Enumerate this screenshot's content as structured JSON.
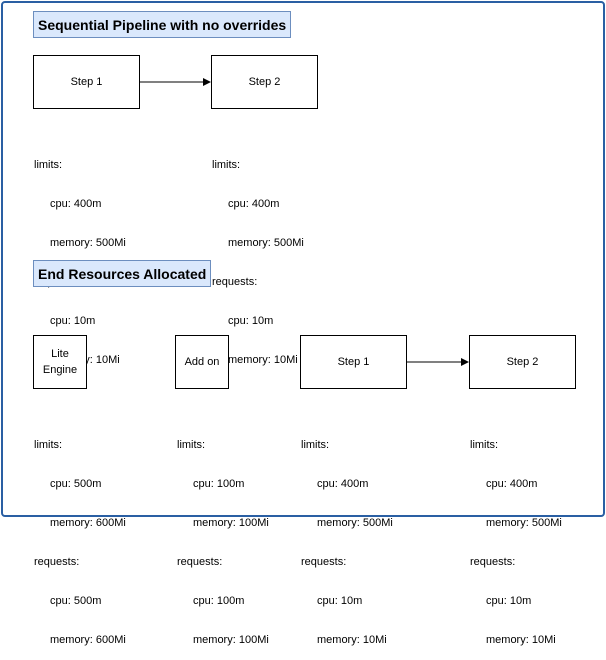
{
  "section1": {
    "title": "Sequential Pipeline with no overrides",
    "nodes": [
      {
        "label": "Step 1",
        "spec": {
          "limits_label": "limits:",
          "limits_cpu": "cpu: 400m",
          "limits_memory": "memory: 500Mi",
          "requests_label": "requests:",
          "requests_cpu": "cpu: 10m",
          "requests_memory": "memory: 10Mi"
        }
      },
      {
        "label": "Step 2",
        "spec": {
          "limits_label": "limits:",
          "limits_cpu": "cpu: 400m",
          "limits_memory": "memory: 500Mi",
          "requests_label": "requests:",
          "requests_cpu": "cpu: 10m",
          "requests_memory": "memory: 10Mi"
        }
      }
    ]
  },
  "section2": {
    "title": "End Resources Allocated",
    "nodes": [
      {
        "label_line1": "Lite",
        "label_line2": "Engine",
        "spec": {
          "limits_label": "limits:",
          "limits_cpu": "cpu: 500m",
          "limits_memory": "memory: 600Mi",
          "requests_label": "requests:",
          "requests_cpu": "cpu: 500m",
          "requests_memory": "memory: 600Mi"
        }
      },
      {
        "label": "Add on",
        "spec": {
          "limits_label": "limits:",
          "limits_cpu": "cpu: 100m",
          "limits_memory": "memory: 100Mi",
          "requests_label": "requests:",
          "requests_cpu": "cpu: 100m",
          "requests_memory": "memory: 100Mi"
        }
      },
      {
        "label": "Step 1",
        "spec": {
          "limits_label": "limits:",
          "limits_cpu": "cpu: 400m",
          "limits_memory": "memory: 500Mi",
          "requests_label": "requests:",
          "requests_cpu": "cpu: 10m",
          "requests_memory": "memory: 10Mi"
        }
      },
      {
        "label": "Step 2",
        "spec": {
          "limits_label": "limits:",
          "limits_cpu": "cpu: 400m",
          "limits_memory": "memory: 500Mi",
          "requests_label": "requests:",
          "requests_cpu": "cpu: 10m",
          "requests_memory": "memory: 10Mi"
        }
      }
    ]
  },
  "colors": {
    "frame_border": "#2a5fa3",
    "heading_fill": "#dae8fc",
    "heading_border": "#6c8ebf",
    "node_border": "#000000"
  }
}
